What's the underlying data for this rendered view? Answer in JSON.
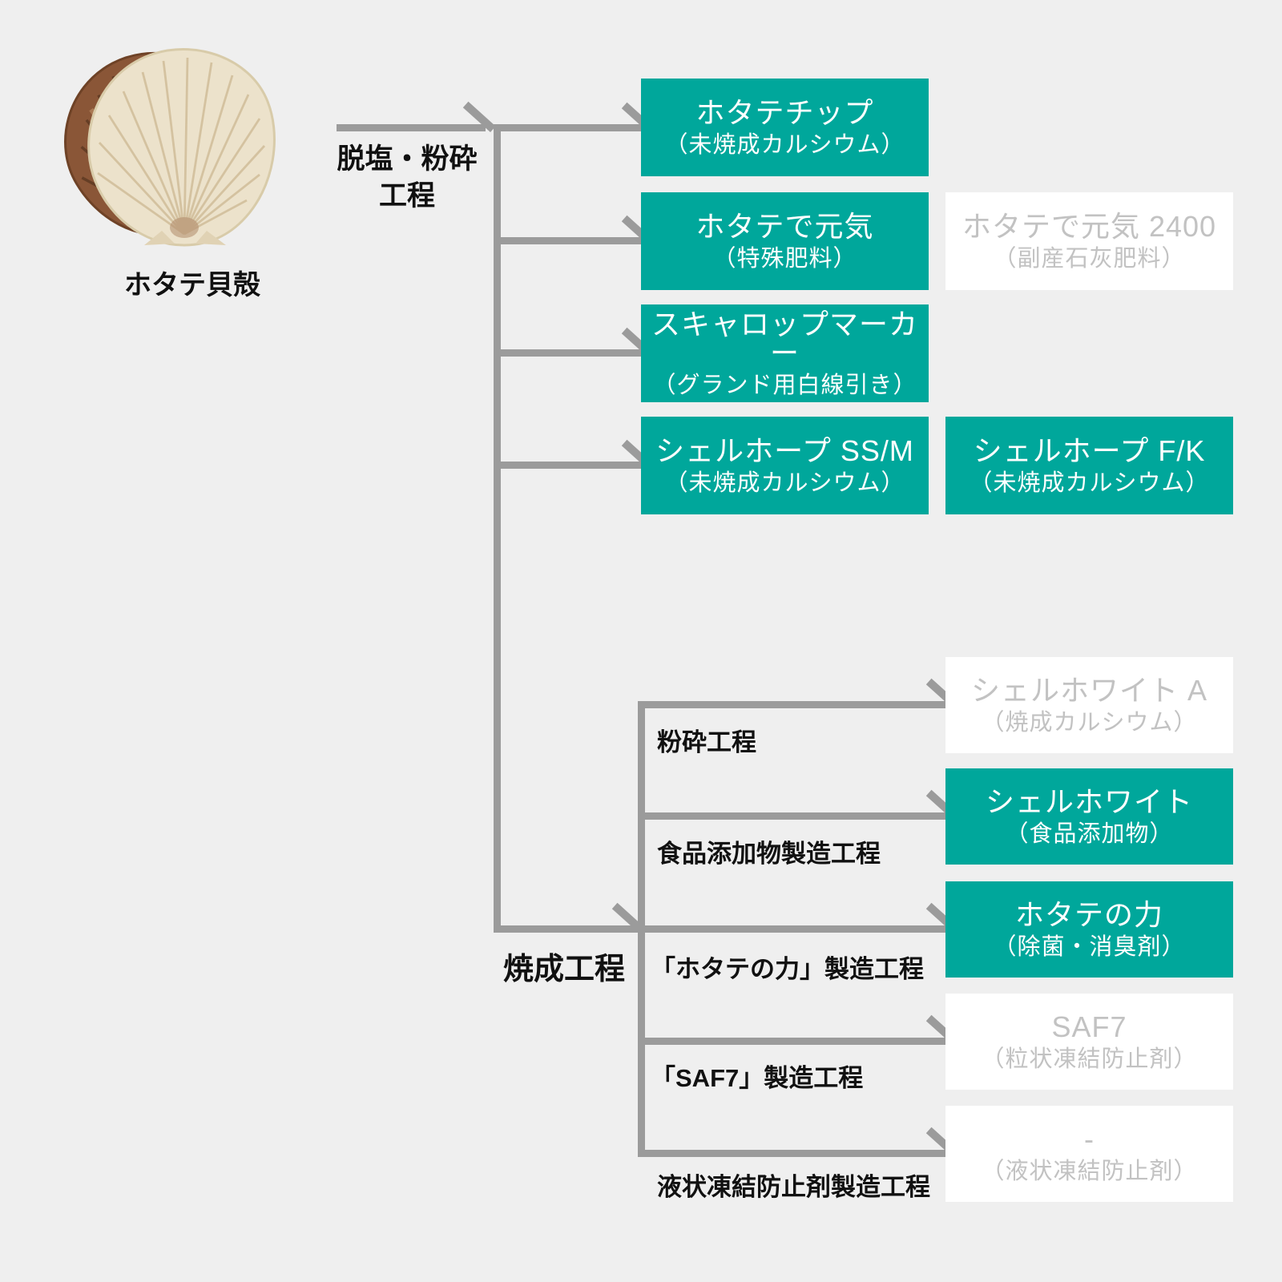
{
  "colors": {
    "background": "#efefef",
    "teal": "#00a79b",
    "line_gray": "#9b9b9b",
    "label_black": "#111111",
    "muted_gray": "#c2c2c2",
    "box_white": "#ffffff"
  },
  "source": {
    "label": "ホタテ貝殻"
  },
  "process_labels": {
    "desalination_line1": "脱塩・粉砕",
    "desalination_line2": "工程",
    "calcination": "焼成工程",
    "crushing": "粉砕工程",
    "food_additive": "食品添加物製造工程",
    "hotate_power": "「ホタテの力」製造工程",
    "saf7": "「SAF7」製造工程",
    "liquid_antifreeze": "液状凍結防止剤製造工程"
  },
  "boxes": [
    {
      "title": "ホタテチップ",
      "subtitle": "（未焼成カルシウム）",
      "variant": "teal"
    },
    {
      "title": "ホタテで元気",
      "subtitle": "（特殊肥料）",
      "variant": "teal"
    },
    {
      "title": "ホタテで元気 2400",
      "subtitle": "（副産石灰肥料）",
      "variant": "white"
    },
    {
      "title": "スキャロップマーカー",
      "subtitle": "（グランド用白線引き）",
      "variant": "teal"
    },
    {
      "title": "シェルホープ SS/M",
      "subtitle": "（未焼成カルシウム）",
      "variant": "teal"
    },
    {
      "title": "シェルホープ F/K",
      "subtitle": "（未焼成カルシウム）",
      "variant": "teal"
    },
    {
      "title": "シェルホワイト A",
      "subtitle": "（焼成カルシウム）",
      "variant": "white"
    },
    {
      "title": "シェルホワイト",
      "subtitle": "（食品添加物）",
      "variant": "teal"
    },
    {
      "title": "ホタテの力",
      "subtitle": "（除菌・消臭剤）",
      "variant": "teal"
    },
    {
      "title": "-",
      "subtitle": "（液状凍結防止剤）",
      "variant": "white"
    },
    {
      "title": "SAF7",
      "subtitle": "（粒状凍結防止剤）",
      "variant": "white"
    }
  ]
}
